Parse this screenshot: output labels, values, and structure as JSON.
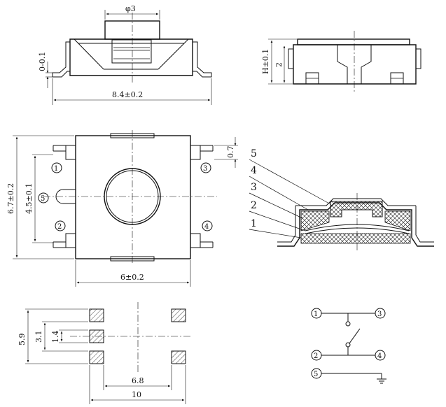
{
  "dims": {
    "diameter": "φ3",
    "tol_top": "0-0.1",
    "width_84": "8.4±0.2",
    "height_h": "H±0.1",
    "height_2": "2",
    "dim_07": "0.7",
    "height_67": "6.7±0.2",
    "height_45": "4.5±0.1",
    "width_6": "6±0.2",
    "pad_59": "5.9",
    "pad_31": "3.1",
    "pad_14": "1.4",
    "pad_68": "6.8",
    "pad_10": "10"
  },
  "pins": [
    "1",
    "2",
    "3",
    "4",
    "5"
  ],
  "section_labels": [
    "5",
    "4",
    "3",
    "2",
    "1"
  ],
  "colors": {
    "line": "#111111",
    "background": "#ffffff"
  }
}
